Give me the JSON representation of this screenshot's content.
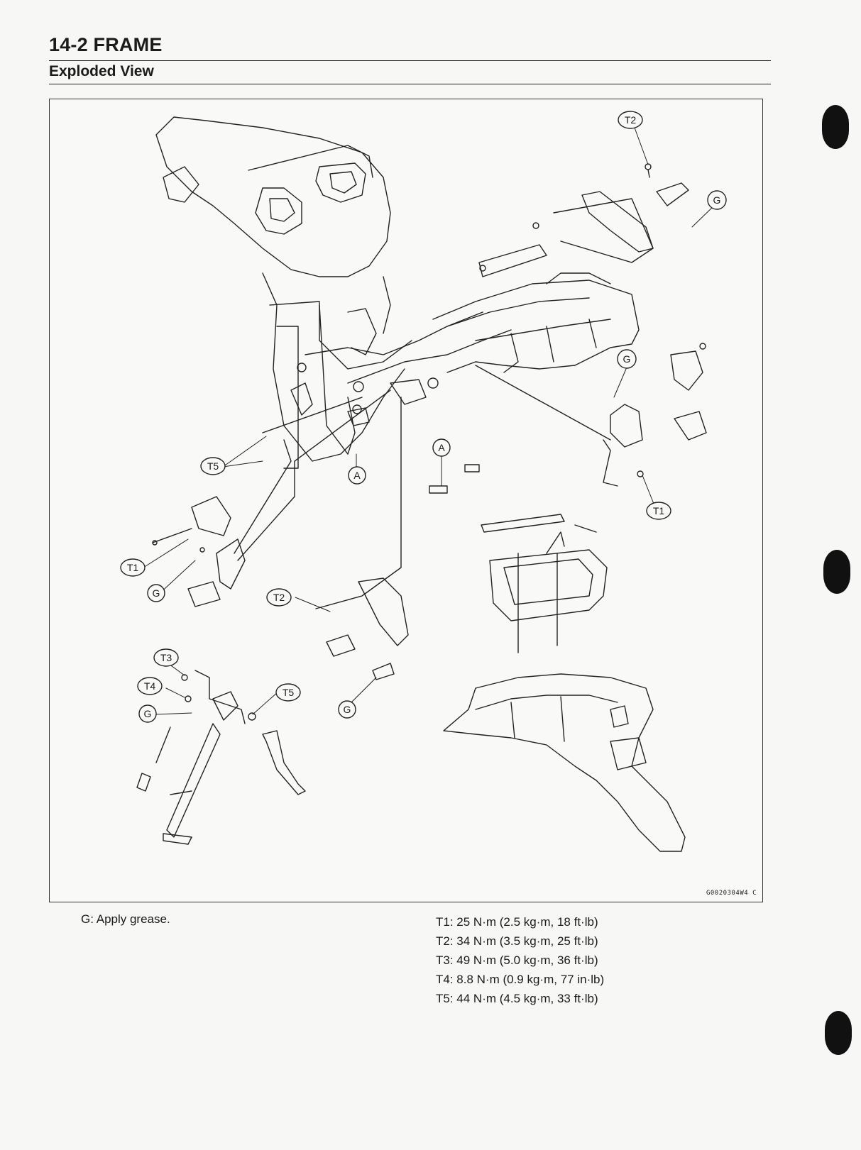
{
  "header": {
    "title": "14-2 FRAME",
    "section": "Exploded View"
  },
  "figure": {
    "code": "G0020304W4 C",
    "callouts": {
      "t1": "T1",
      "t2": "T2",
      "t3": "T3",
      "t4": "T4",
      "t5": "T5",
      "g": "G",
      "a": "A"
    }
  },
  "notes": {
    "grease": "G: Apply grease."
  },
  "torque": [
    "T1: 25 N·m (2.5 kg·m, 18 ft·lb)",
    "T2: 34 N·m (3.5 kg·m, 25 ft·lb)",
    "T3: 49 N·m (5.0 kg·m, 36 ft·lb)",
    "T4: 8.8 N·m (0.9 kg·m, 77 in·lb)",
    "T5: 44 N·m (4.5 kg·m, 33 ft·lb)"
  ],
  "colors": {
    "ink": "#1b1b1b",
    "paper": "#f7f7f5",
    "binder_holes": "#111111"
  }
}
